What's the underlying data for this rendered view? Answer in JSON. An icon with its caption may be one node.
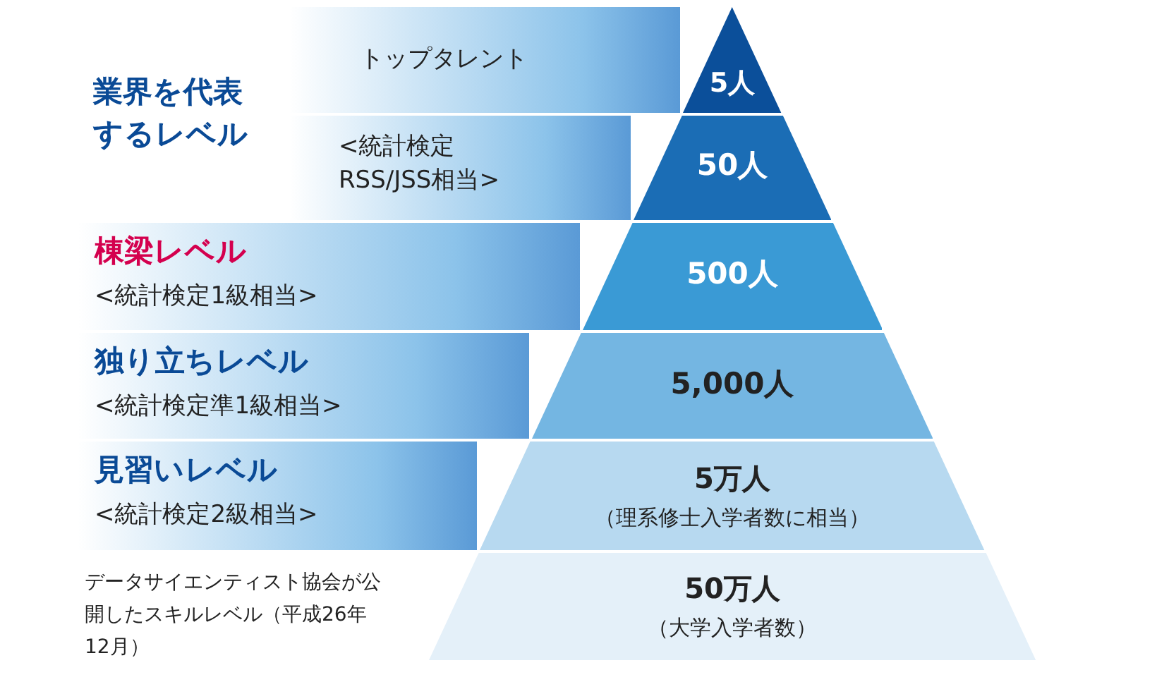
{
  "diagram": {
    "nodes": [
      {
        "text": [
          "トップタレント"
        ]
      },
      {
        "text": [
          "<統計検定RSS/JSS相当>"
        ]
      },
      {
        "text": [
          "棟梁レベル",
          "<統計検定1級相当>"
        ]
      },
      {
        "text": [
          "独り立ちレベル",
          "<統計検定準1級相当>"
        ]
      },
      {
        "text": [
          "見習いレベル",
          "<統計検定2級相当>"
        ]
      },
      {
        "text": [
          "5人"
        ]
      },
      {
        "text": [
          "50人"
        ]
      },
      {
        "text": [
          "500人"
        ]
      },
      {
        "text": [
          "5,000人"
        ]
      },
      {
        "text": [
          "5万人",
          "（理系修士入学者数に相当）"
        ]
      },
      {
        "text": [
          "50万人",
          "（大学入学者数）"
        ]
      }
    ],
    "edges": [],
    "labels": [
      "業界を代表するレベル",
      "データサイエンティスト協会が公開したスキルレベル（平成26年12月）"
    ]
  }
}
